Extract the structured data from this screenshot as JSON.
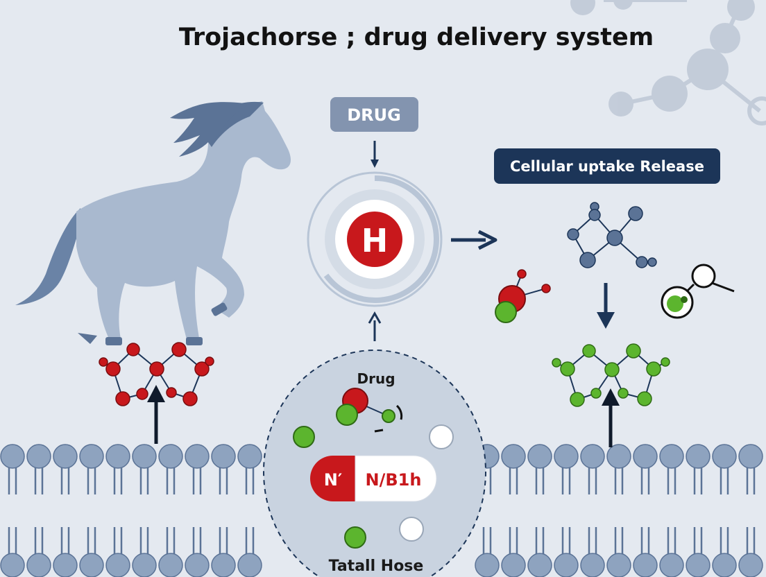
{
  "title": "Trojachorse ; drug delivery system",
  "drug_label": "DRUG",
  "core_letter": "H",
  "release_label": "Cellular uptake Release",
  "vesicle": {
    "drug_label": "Drug",
    "capsule_left": "N′",
    "capsule_right": "N/Β1h",
    "bottom_label": "Tatall Hose"
  },
  "colors": {
    "background": "#e4e9f0",
    "horse": "#a9b9cf",
    "horse_mane": "#5b7396",
    "navy": "#1c3558",
    "drug_box": "#8394af",
    "red": "#c8181c",
    "green": "#5cb52e",
    "lipid_head": "#8ea3bf",
    "arrow": "#0f1a2b"
  },
  "icons": [
    "horse-icon",
    "drug-core-icon",
    "magnifier-icon",
    "molecule-icon"
  ]
}
